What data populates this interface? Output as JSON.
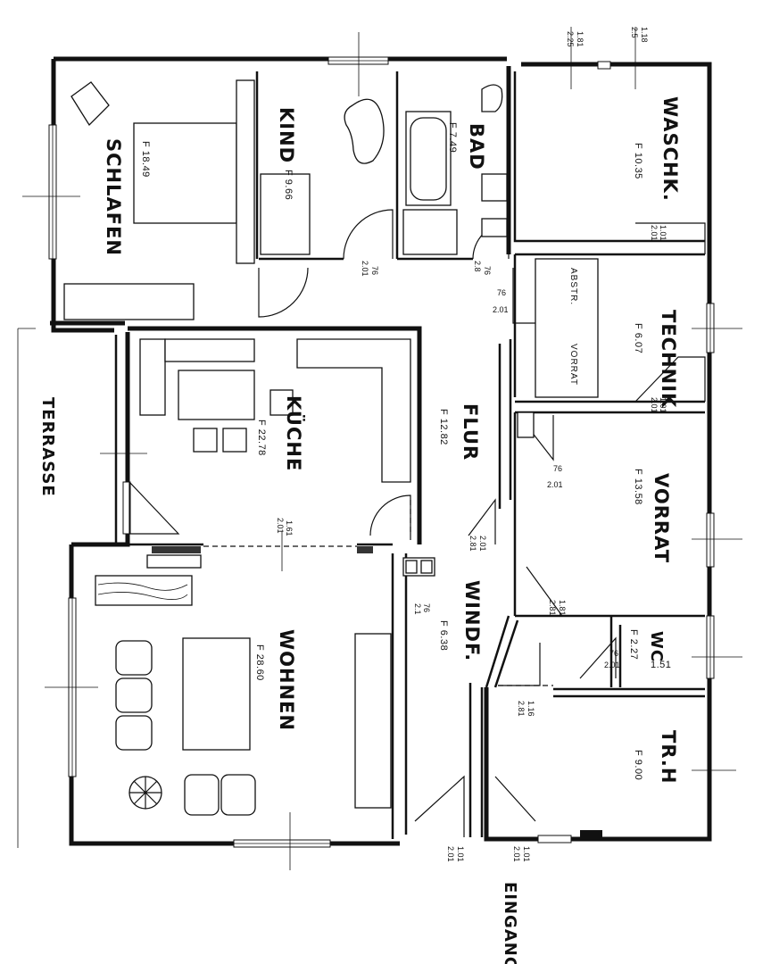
{
  "rooms": [
    {
      "id": "schlafen",
      "name": "SCHLAFEN",
      "area": "F 18.49"
    },
    {
      "id": "kind",
      "name": "KIND",
      "area": "F 9.66"
    },
    {
      "id": "bad",
      "name": "BAD",
      "area": "F 7.49"
    },
    {
      "id": "waschk",
      "name": "WASCHK.",
      "area": "F 10.35"
    },
    {
      "id": "technik",
      "name": "TECHNIK",
      "area": "F 6.07"
    },
    {
      "id": "kueche",
      "name": "KÜCHE",
      "area": "F 22.78"
    },
    {
      "id": "flur",
      "name": "FLUR",
      "area": "F 12.82"
    },
    {
      "id": "vorrat",
      "name": "VORRAT",
      "area": "F 13.58"
    },
    {
      "id": "windf",
      "name": "WINDF.",
      "area": "F 6.38"
    },
    {
      "id": "wc",
      "name": "WC",
      "area": "F 2.27"
    },
    {
      "id": "wohnen",
      "name": "WOHNEN",
      "area": "F 28.60"
    },
    {
      "id": "trh",
      "name": "TR.H",
      "area": "F 9.00"
    }
  ],
  "labels": {
    "terrasse": "TERRASSE",
    "eingang": "EINGANG",
    "abstr": "ABSTR.",
    "abstr_vorrat": "VORRAT",
    "wc_extra": "1.51"
  },
  "dimensions": {
    "top_181": "1.81",
    "top_225": "2.25",
    "top_118": "1.18",
    "top_25": "2.5",
    "kind_76": "76",
    "kind_201": "2.01",
    "bad_76": "76",
    "bad_28": "2.8",
    "flur_76": "76",
    "flur_201": "2.01",
    "wasch_101": "1.01",
    "wasch_201": "2.01",
    "tech_101": "1.01",
    "tech_201": "2.01",
    "vorrat_76": "76",
    "vorrat_201": "2.01",
    "kueche_161": "1.61",
    "kueche_201": "2.01",
    "windf_201": "2.01",
    "windf_281": "2.81",
    "windf_76": "76",
    "windf_21": "2.1",
    "wc_181": "1.81",
    "wc_81": "2.81",
    "wc_76": "76",
    "wc_201": "2.01",
    "trh_116": "1.16",
    "trh_281": "2.81",
    "bot1_101": "1.01",
    "bot1_201": "2.01",
    "bot2_101": "1.01",
    "bot2_201": "2.01"
  }
}
